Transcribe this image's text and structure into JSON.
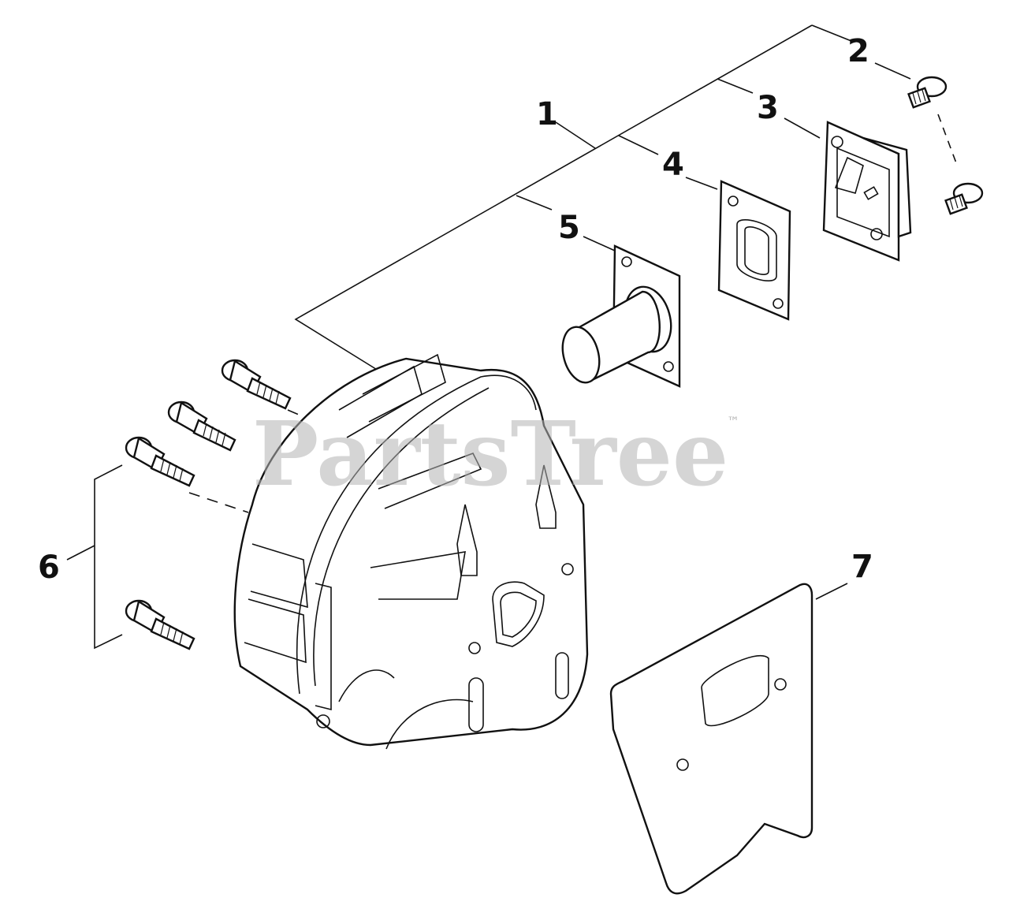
{
  "callouts": {
    "c1": "1",
    "c2": "2",
    "c3": "3",
    "c4": "4",
    "c5": "5",
    "c6": "6",
    "c7": "7"
  },
  "watermark": {
    "text": "PartsTree",
    "mark": "™"
  },
  "colors": {
    "line": "#111111",
    "watermark": "#b3b3b3",
    "background": "#ffffff"
  }
}
